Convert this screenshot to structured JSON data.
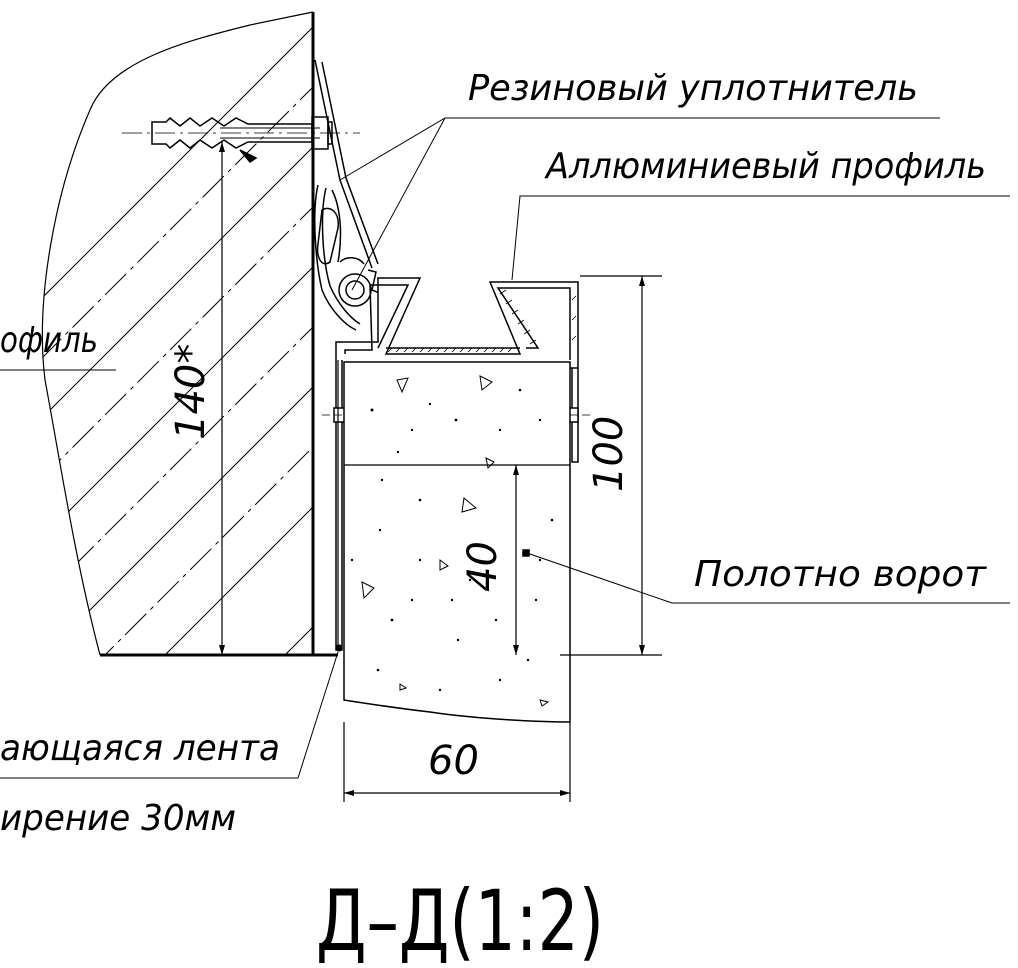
{
  "labels": {
    "rubber_seal": "Резиновый уплотнитель",
    "aluminum_profile": "Аллюминиевый профиль",
    "profile_cut": "офиль",
    "door_panel": "Полотно ворот",
    "tape_line1": "ающаяся лента",
    "tape_line2": "ирение 30мм"
  },
  "dimensions": {
    "height_140": "140*",
    "height_100": "100",
    "height_40": "40",
    "width_60": "60"
  },
  "title": "Д–Д(1:2)"
}
